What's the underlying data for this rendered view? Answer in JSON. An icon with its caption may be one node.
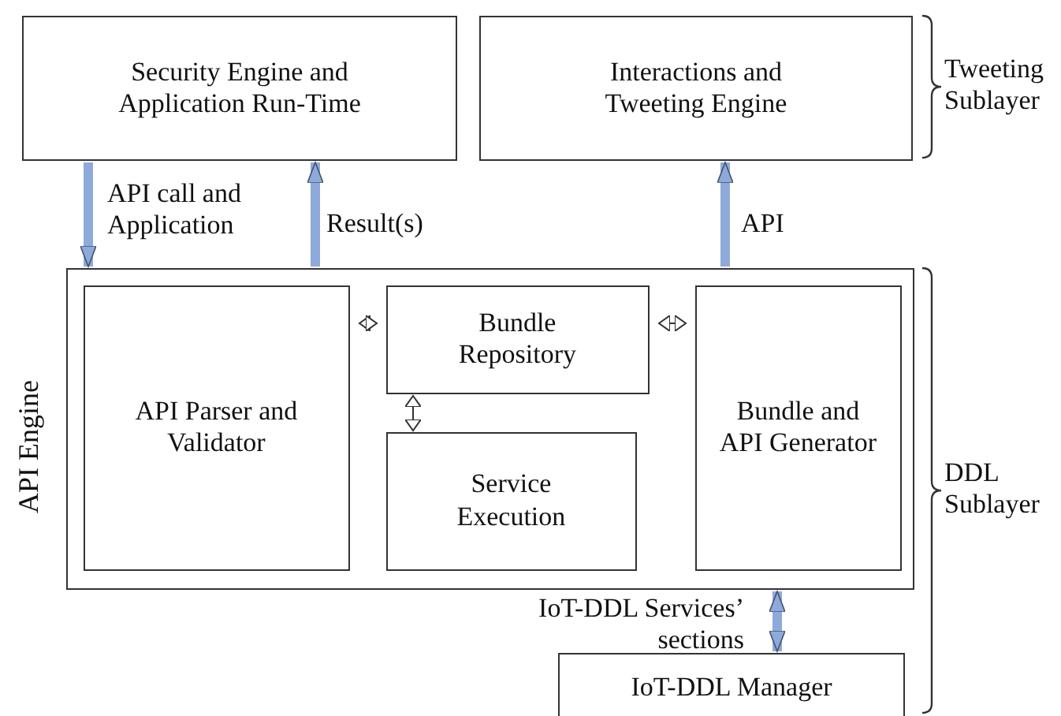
{
  "diagram": {
    "nodes": [
      {
        "text": [
          "Security Engine and Application Run-Time"
        ]
      },
      {
        "text": [
          "Interactions and Tweeting Engine"
        ]
      },
      {
        "text": [
          "API Engine"
        ]
      },
      {
        "text": [
          "API Parser and Validator"
        ],
        "in": 2
      },
      {
        "text": [
          "Bundle Repository"
        ],
        "in": 2
      },
      {
        "text": [
          "Service Execution"
        ],
        "in": 2
      },
      {
        "text": [
          "Bundle and API Generator"
        ],
        "in": 2
      },
      {
        "text": [
          "IoT-DDL Manager"
        ]
      }
    ],
    "edges": [
      {
        "from": 0,
        "to": 2,
        "arrow": "to",
        "label": "API call and Application"
      },
      {
        "from": 2,
        "to": 0,
        "arrow": "to",
        "label": "Result(s)"
      },
      {
        "from": 2,
        "to": 1,
        "arrow": "to",
        "label": "API"
      },
      {
        "from": 3,
        "to": 4,
        "arrow": "both",
        "color": "#333333"
      },
      {
        "from": 4,
        "to": 6,
        "arrow": "both",
        "color": "#333333"
      },
      {
        "from": 4,
        "to": 5,
        "arrow": "both",
        "color": "#333333"
      },
      {
        "from": 2,
        "to": 7,
        "arrow": "both",
        "label": "IoT-DDL Services’ sections"
      }
    ],
    "labels": [
      "Tweeting Sublayer",
      "DDL Sublayer"
    ]
  }
}
